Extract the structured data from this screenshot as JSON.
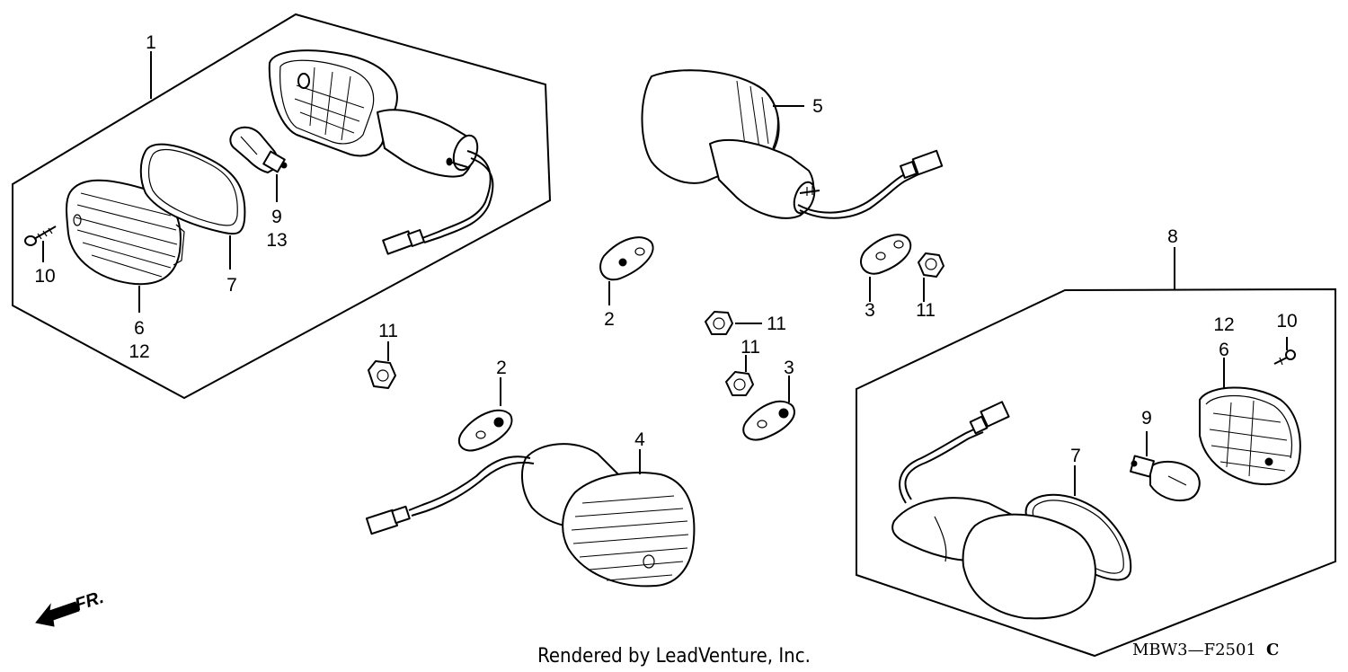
{
  "callouts": {
    "c1": "1",
    "c9a": "9",
    "c13": "13",
    "c10a": "10",
    "c7a": "7",
    "c6a": "6",
    "c12a": "12",
    "c5": "5",
    "c2a": "2",
    "c3a": "3",
    "c11a": "11",
    "c8": "8",
    "c11b": "11",
    "c11c": "11",
    "c11d": "11",
    "c3b": "3",
    "c2b": "2",
    "c4": "4",
    "c12b": "12",
    "c10b": "10",
    "c6b": "6",
    "c9b": "9",
    "c7b": "7"
  },
  "footer": {
    "credit": "Rendered by LeadVenture, Inc.",
    "diagram_code": "MBW3—F2501",
    "revision": "C"
  },
  "direction_label": "FR.",
  "icons": [
    "front-direction-arrow-icon"
  ]
}
